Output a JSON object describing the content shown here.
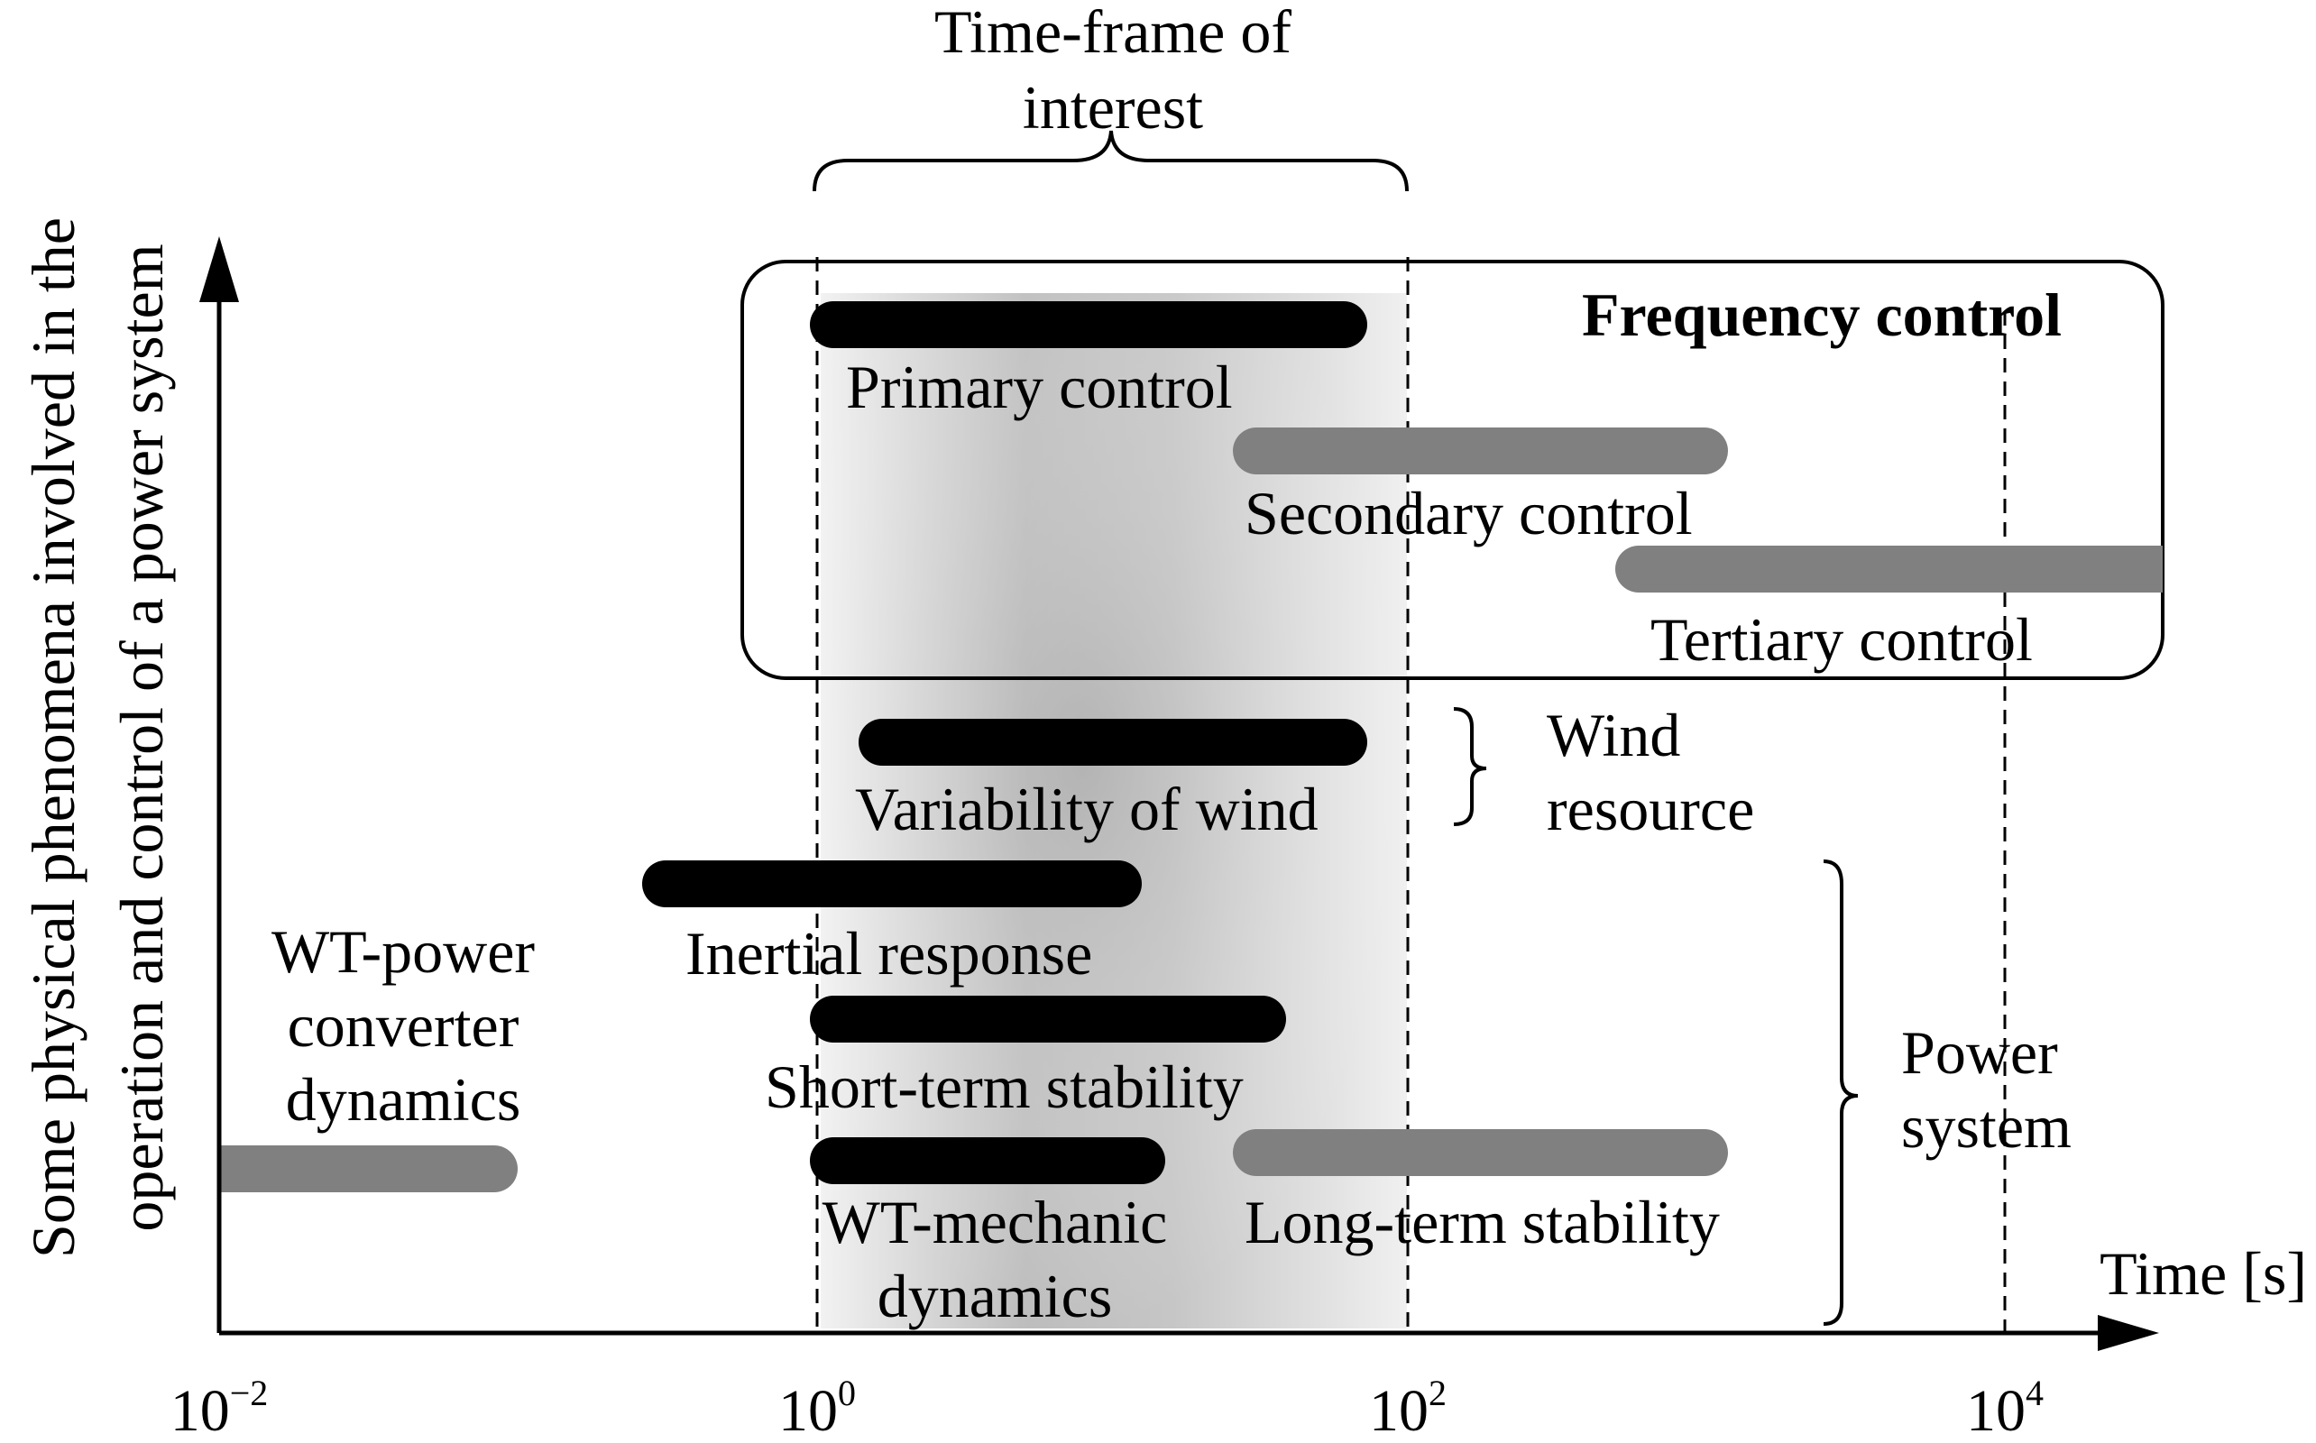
{
  "y_axis_label": {
    "line1": "Some physical phenomena involved in the",
    "line2": "operation and control of a power system"
  },
  "x_axis_label": "Time [s]",
  "x_axis": {
    "scale": "log",
    "base": "10",
    "ticks": [
      {
        "exp": "−2"
      },
      {
        "exp": "0"
      },
      {
        "exp": "2"
      },
      {
        "exp": "4"
      }
    ]
  },
  "time_frame": {
    "line1": "Time-frame of",
    "line2": "interest"
  },
  "frequency_control": {
    "title": "Frequency control"
  },
  "bars": [
    {
      "label": "Primary control",
      "color": "#000000"
    },
    {
      "label": "Secondary control",
      "color": "#808080"
    },
    {
      "label": "Tertiary control",
      "color": "#808080"
    },
    {
      "label": "Variability of wind",
      "color": "#000000"
    },
    {
      "label": "Inertial response",
      "color": "#000000"
    },
    {
      "label": "Short-term stability",
      "color": "#000000"
    },
    {
      "label_line1": "WT-mechanic",
      "label_line2": "dynamics",
      "color": "#000000"
    },
    {
      "label": "Long-term stability",
      "color": "#808080"
    },
    {
      "label_line1": "WT-power",
      "label_line2": "converter",
      "label_line3": "dynamics",
      "color": "#808080"
    }
  ],
  "groups": {
    "wind": {
      "line1": "Wind",
      "line2": "resource"
    },
    "power": {
      "line1": "Power",
      "line2": "system"
    }
  }
}
